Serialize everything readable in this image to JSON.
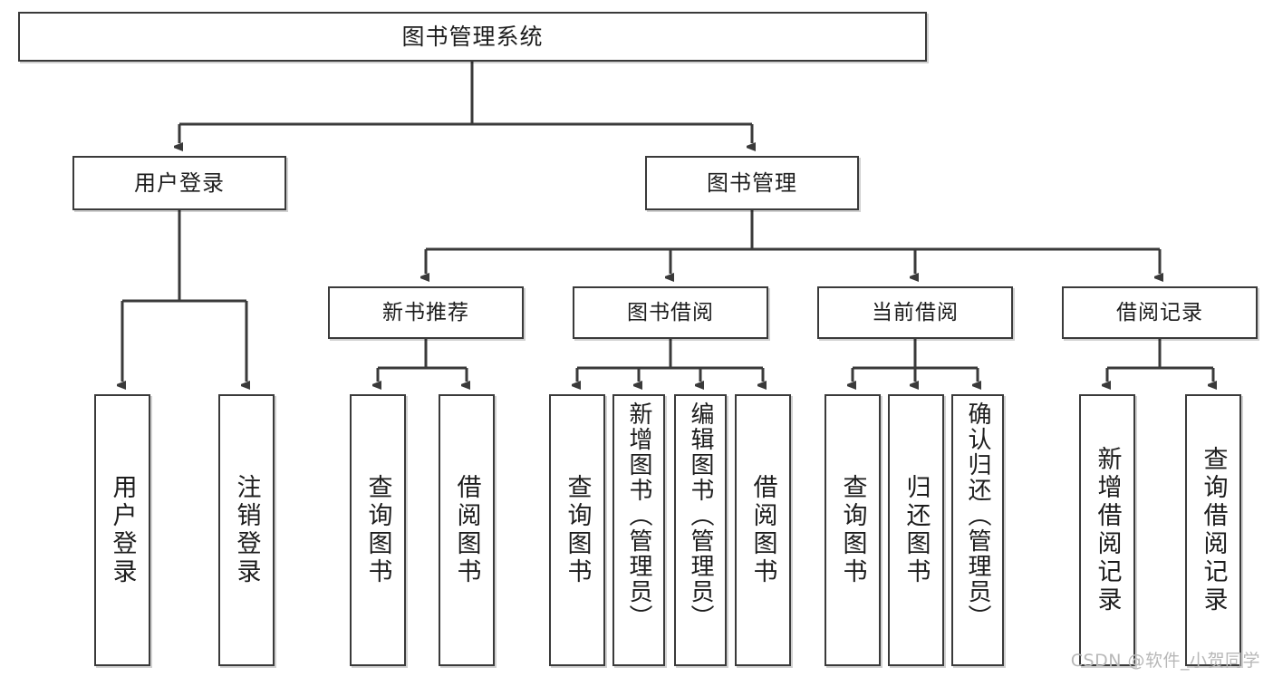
{
  "diagram": {
    "type": "tree",
    "title": "图书管理系统",
    "orientation": "top-down",
    "root": {
      "id": "root",
      "label": "图书管理系统"
    },
    "level2": [
      {
        "id": "user-login",
        "label": "用户登录"
      },
      {
        "id": "book-management",
        "label": "图书管理"
      }
    ],
    "level3": [
      {
        "id": "new-book-recommend",
        "label": "新书推荐"
      },
      {
        "id": "book-borrow",
        "label": "图书借阅"
      },
      {
        "id": "current-borrow",
        "label": "当前借阅"
      },
      {
        "id": "borrow-record",
        "label": "借阅记录"
      }
    ],
    "leaves": {
      "user_login": [
        {
          "id": "leaf-user-login",
          "label": "用户登录"
        },
        {
          "id": "leaf-logout",
          "label": "注销登录"
        }
      ],
      "new_book_recommend": [
        {
          "id": "leaf-query-book-1",
          "label": "查询图书"
        },
        {
          "id": "leaf-borrow-book-1",
          "label": "借阅图书"
        }
      ],
      "book_borrow": [
        {
          "id": "leaf-query-book-2",
          "label": "查询图书"
        },
        {
          "id": "leaf-add-book",
          "label": "新增图书（管理员）"
        },
        {
          "id": "leaf-edit-book",
          "label": "编辑图书（管理员）"
        },
        {
          "id": "leaf-borrow-book-2",
          "label": "借阅图书"
        }
      ],
      "current_borrow": [
        {
          "id": "leaf-query-book-3",
          "label": "查询图书"
        },
        {
          "id": "leaf-return-book",
          "label": "归还图书"
        },
        {
          "id": "leaf-confirm-return",
          "label": "确认归还（管理员）"
        }
      ],
      "borrow_record": [
        {
          "id": "leaf-add-record",
          "label": "新增借阅记录"
        },
        {
          "id": "leaf-query-record",
          "label": "查询借阅记录"
        }
      ]
    }
  },
  "watermark": {
    "text": "CSDN @软件_小贺同学"
  },
  "colors": {
    "box_border": "#3a3a3a",
    "box_fill": "#ffffff",
    "text": "#1d1d1d",
    "connector": "#3a3a3a",
    "watermark": "#b8b8b8",
    "background": "#ffffff"
  }
}
